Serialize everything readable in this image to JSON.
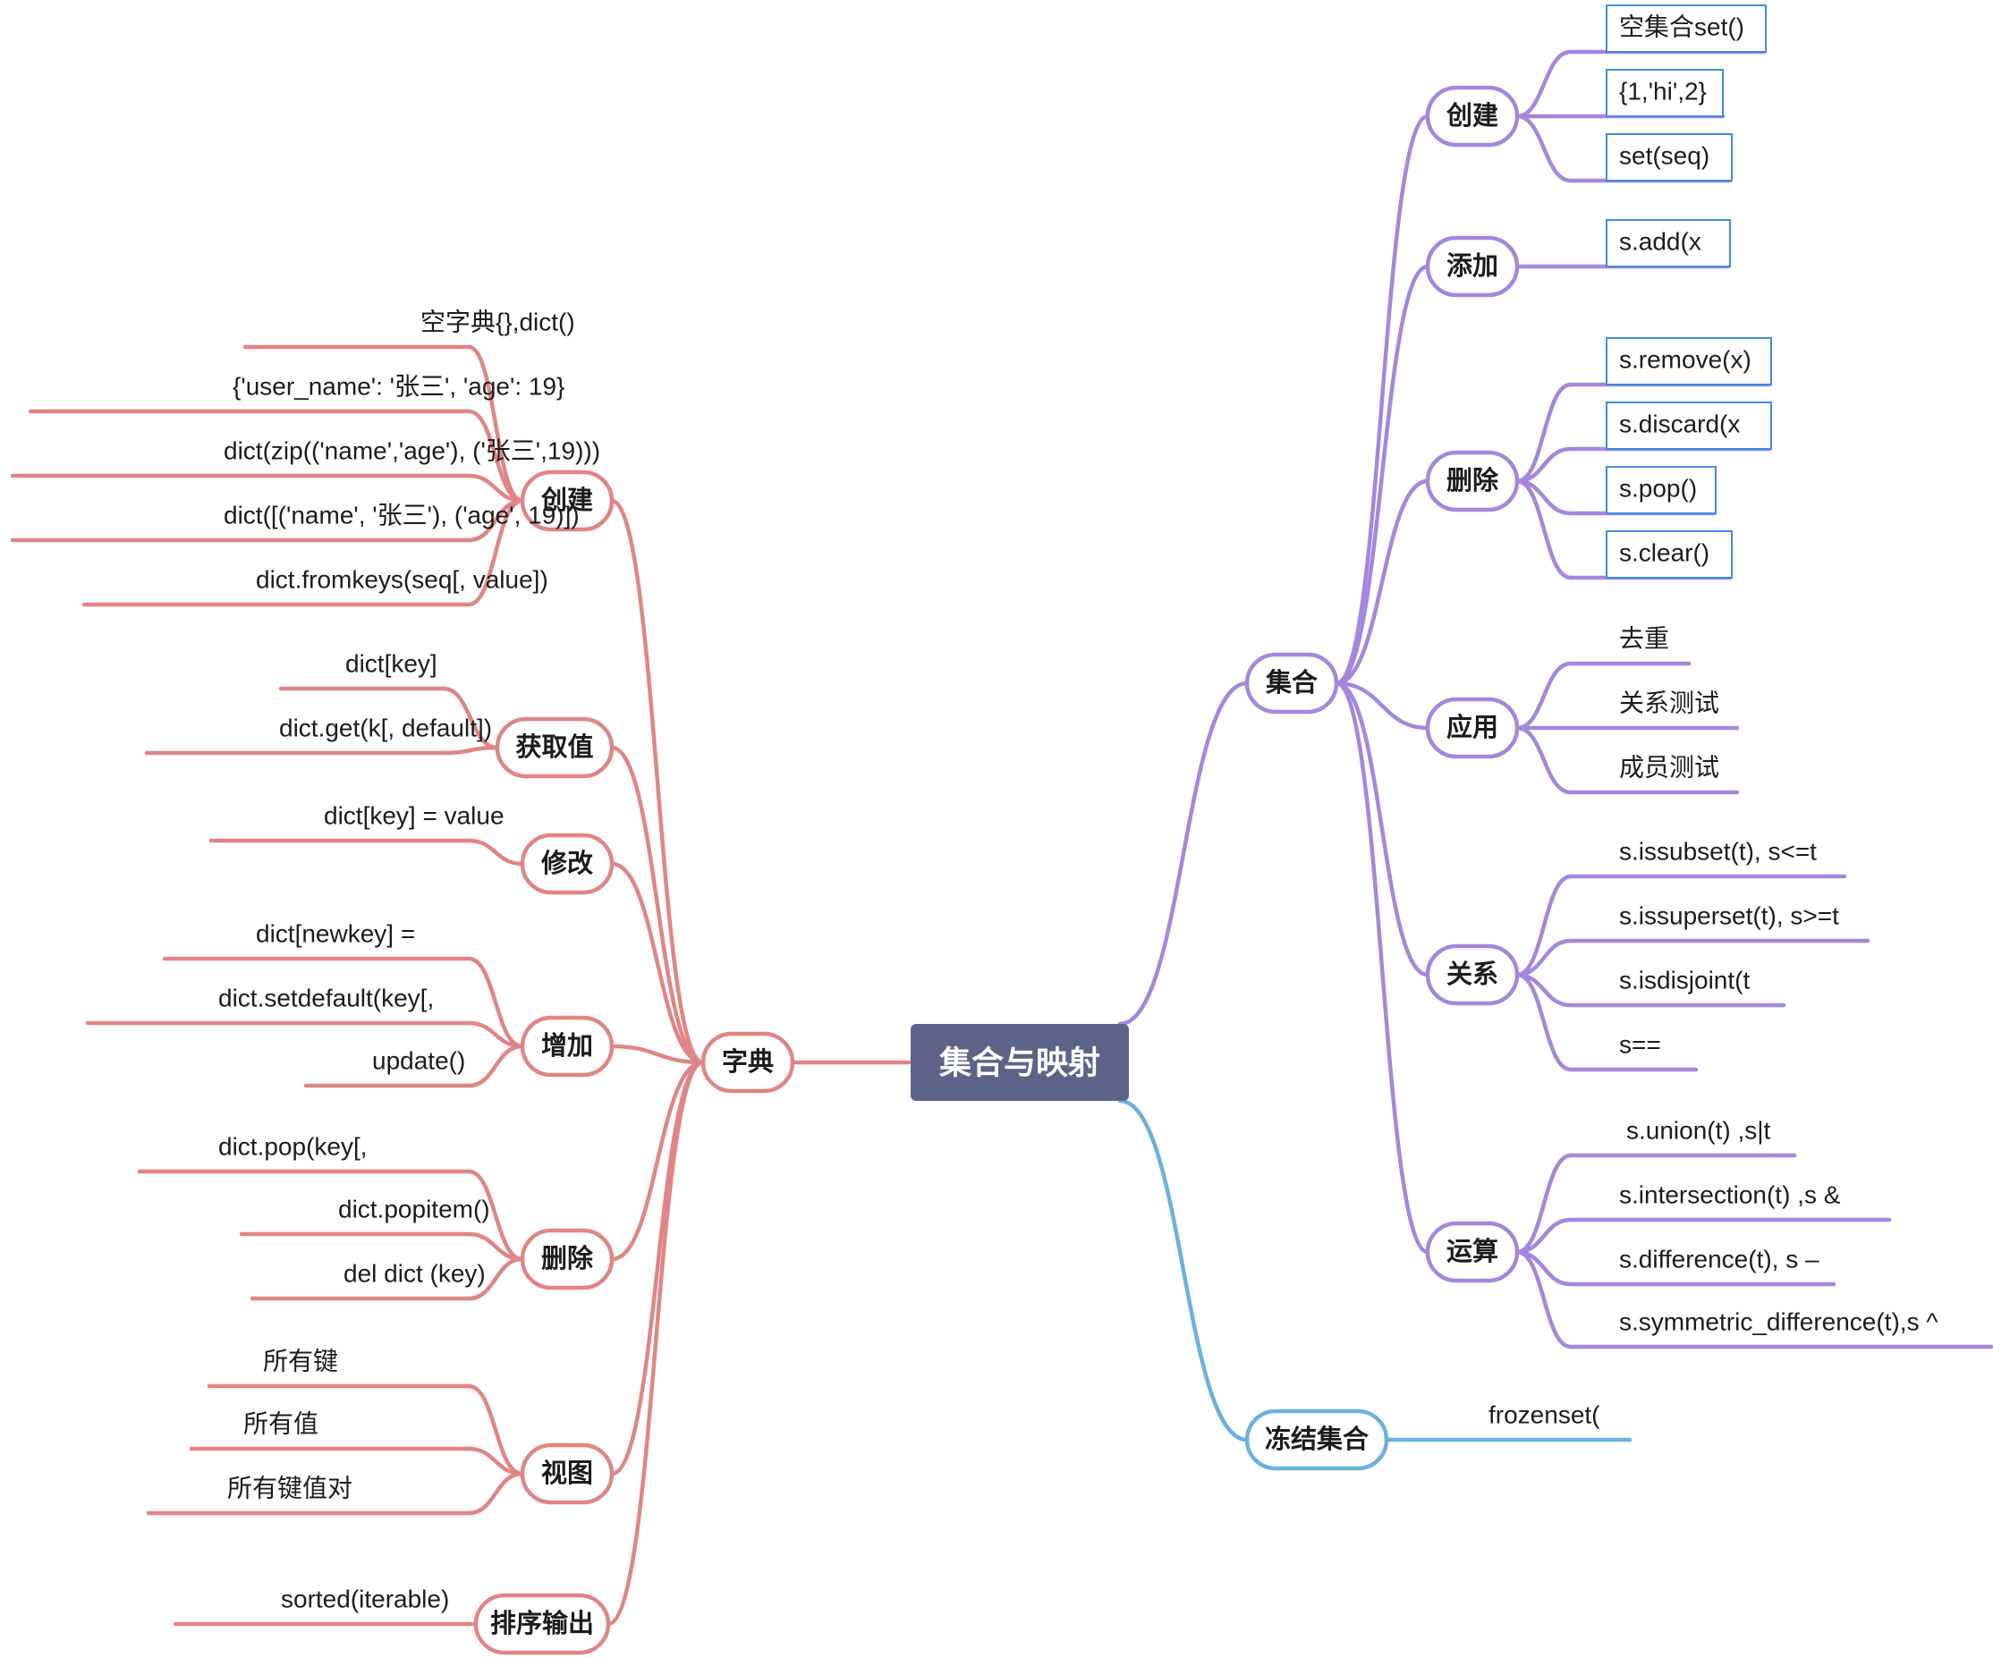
{
  "colors": {
    "dict": "#e08585",
    "set": "#a487dd",
    "frozen": "#6cb0df",
    "root": "#5c6387",
    "leaf_border": "#3c8ee0"
  },
  "root": "集合与映射",
  "dict": {
    "label": "字典",
    "branches": [
      {
        "label": "创建",
        "leaves": [
          "空字典{},dict()",
          "{'user_name': '张三', 'age': 19}",
          "dict(zip(('name','age'), ('张三',19)))",
          "dict([('name', '张三'), ('age', 19)])",
          "dict.fromkeys(seq[, value])"
        ]
      },
      {
        "label": "获取值",
        "leaves": [
          "dict[key]",
          "dict.get(k[, default])"
        ]
      },
      {
        "label": "修改",
        "leaves": [
          "dict[key] = value"
        ]
      },
      {
        "label": "增加",
        "leaves": [
          "dict[newkey] =",
          "dict.setdefault(key[,",
          "update()"
        ]
      },
      {
        "label": "删除",
        "leaves": [
          "dict.pop(key[,",
          "dict.popitem()",
          "del dict (key)"
        ]
      },
      {
        "label": "视图",
        "leaves": [
          "所有键",
          "所有值",
          "所有键值对"
        ]
      },
      {
        "label": "排序输出",
        "leaves": [
          "sorted(iterable)"
        ]
      }
    ]
  },
  "set": {
    "label": "集合",
    "branches": [
      {
        "label": "创建",
        "leaves": [
          "空集合set()",
          "{1,'hi',2}",
          "set(seq)"
        ]
      },
      {
        "label": "添加",
        "leaves": [
          "s.add(x"
        ]
      },
      {
        "label": "删除",
        "leaves": [
          "s.remove(x)",
          "s.discard(x",
          "s.pop()",
          "s.clear()"
        ]
      },
      {
        "label": "应用",
        "leaves": [
          "去重",
          "关系测试",
          "成员测试"
        ]
      },
      {
        "label": "关系",
        "leaves": [
          "s.issubset(t), s<=t",
          "s.issuperset(t), s>=t",
          "s.isdisjoint(t",
          "s=="
        ]
      },
      {
        "label": "运算",
        "leaves": [
          "s.union(t) ,s|t",
          "s.intersection(t) ,s &",
          "s.difference(t), s –",
          "s.symmetric_difference(t),s ^"
        ]
      }
    ]
  },
  "frozen": {
    "label": "冻结集合",
    "leaves": [
      "frozenset("
    ]
  }
}
